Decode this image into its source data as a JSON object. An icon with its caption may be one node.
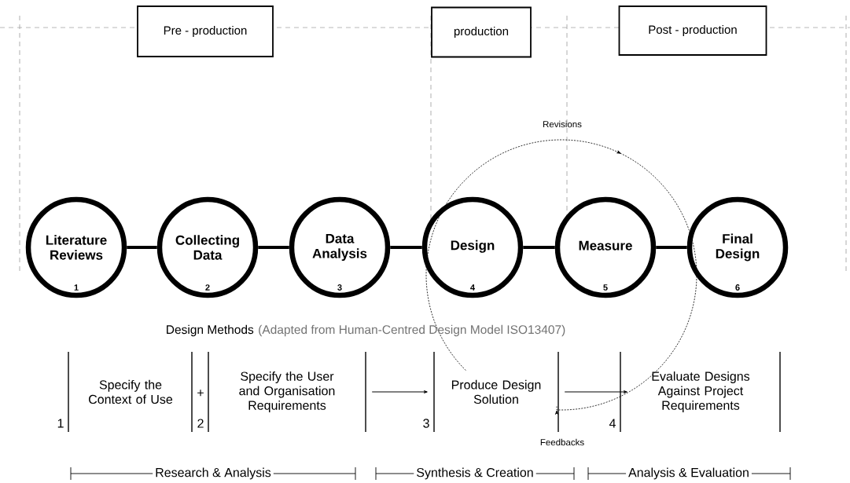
{
  "diagram": {
    "nodes": [
      {
        "text": [
          "Pre - production"
        ]
      },
      {
        "text": [
          "production"
        ]
      },
      {
        "text": [
          "Post - production"
        ]
      },
      {
        "text": [
          "Literature Reviews",
          "1"
        ]
      },
      {
        "text": [
          "Collecting Data",
          "2"
        ]
      },
      {
        "text": [
          "Data Analysis",
          "3"
        ]
      },
      {
        "text": [
          "Design",
          "4"
        ]
      },
      {
        "text": [
          "Measure",
          "5"
        ]
      },
      {
        "text": [
          "Final Design",
          "6"
        ]
      },
      {
        "text": [
          "Specify the Context of Use"
        ],
        "beside": [
          "1"
        ]
      },
      {
        "text": [
          "Specify the User and Organisation Requirements"
        ],
        "beside": [
          "2"
        ]
      },
      {
        "text": [
          "Produce Design Solution"
        ],
        "beside": [
          "3"
        ]
      },
      {
        "text": [
          "Evaluate Designs Against Project Requirements"
        ],
        "beside": [
          "4"
        ]
      }
    ],
    "edges": [
      {
        "from": 3,
        "to": 4,
        "arrow": "none"
      },
      {
        "from": 4,
        "to": 5,
        "arrow": "none"
      },
      {
        "from": 5,
        "to": 6,
        "arrow": "none"
      },
      {
        "from": 6,
        "to": 7,
        "arrow": "none"
      },
      {
        "from": 7,
        "to": 8,
        "arrow": "none"
      },
      {
        "from": 10,
        "to": 11,
        "arrow": "to"
      },
      {
        "from": 11,
        "to": 12,
        "arrow": "to"
      }
    ],
    "labels": [
      "Revisions",
      "Design Methods",
      "(Adapted from Human-Centred Design Model ISO13407)",
      "+",
      "Research & Analysis",
      "Synthesis & Creation",
      "Analysis & Evaluation",
      "Feedbacks"
    ]
  }
}
